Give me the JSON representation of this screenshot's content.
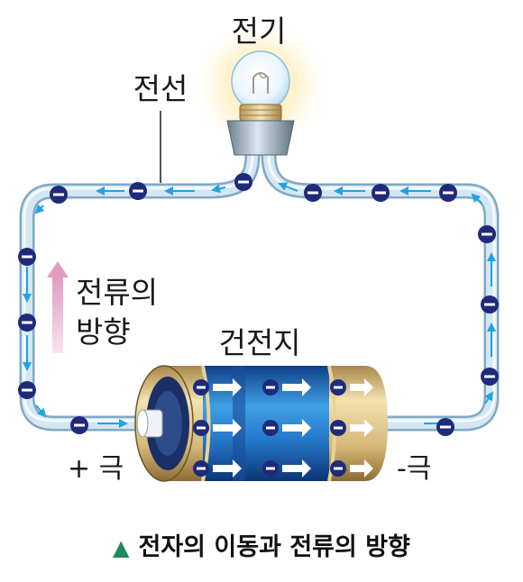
{
  "labels": {
    "bulb": "전기",
    "wire": "전선",
    "current_direction": [
      "전류의",
      "방향"
    ],
    "battery": "건전지",
    "positive": "+ 극",
    "negative": "-극"
  },
  "caption": {
    "icon": "triangle-up-icon",
    "text": "전자의 이동과 전류의 방향"
  },
  "colors": {
    "wire": "#c5dbe8",
    "electron": "#202a7a",
    "electron_arrow": "#22a3e0",
    "current_arrow": "#e8a6c6",
    "battery_blue": "#1f5fb2",
    "battery_gold": "#d9bf7c",
    "caption_triangle": "#1e8a5a"
  }
}
